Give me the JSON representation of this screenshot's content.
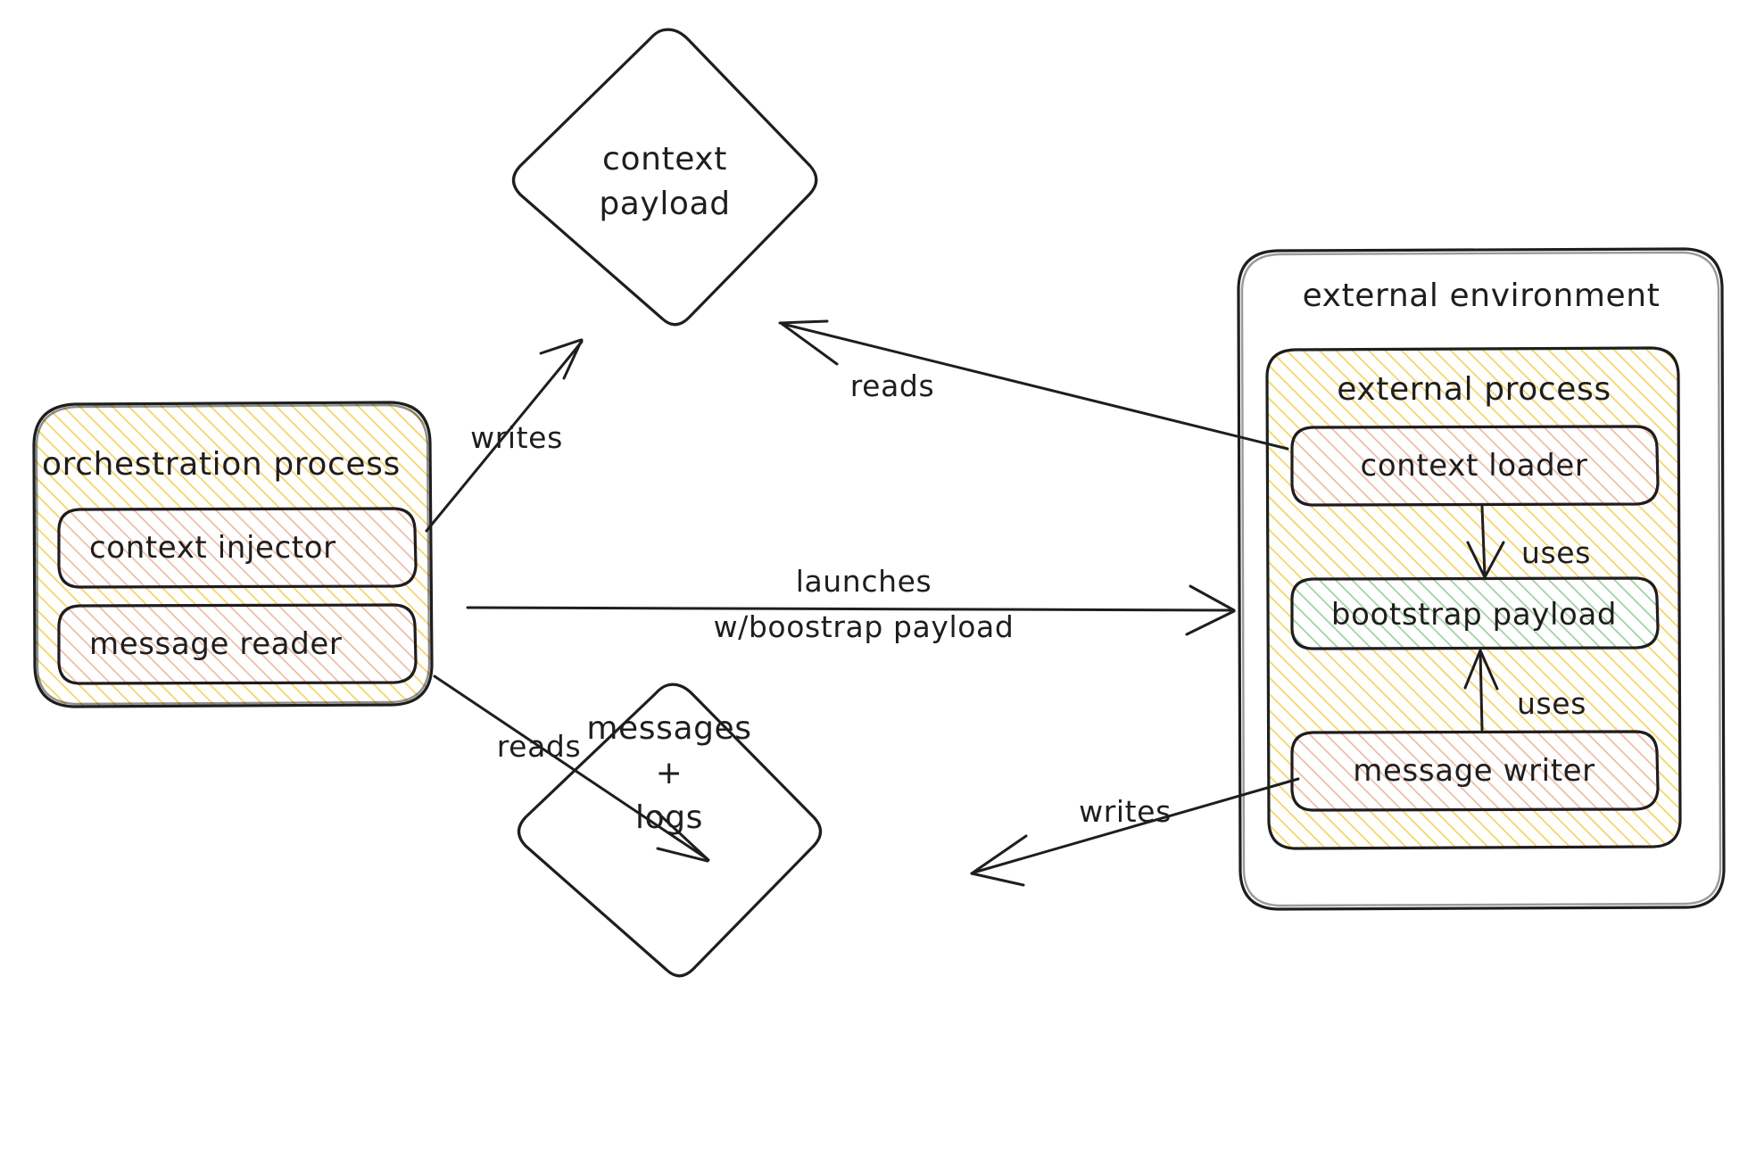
{
  "diagram": {
    "title": "orchestration and external process architecture",
    "style": "hand-drawn sketch",
    "background": "#ffffff",
    "stroke_color": "#1e1e1e",
    "fills": {
      "yellow_hatch": "#f3d14e",
      "pink_hatch": "#e3a0a8",
      "green_hatch": "#6bc49a",
      "white": "#ffffff"
    }
  },
  "nodes": {
    "orchestration_process": {
      "label": "orchestration process",
      "fill": "yellow_hatch",
      "children": [
        {
          "label": "context injector",
          "fill": "pink_hatch"
        },
        {
          "label": "message reader",
          "fill": "pink_hatch"
        }
      ]
    },
    "context_payload": {
      "label_line1": "context",
      "label_line2": "payload",
      "shape": "diamond",
      "fill": "white"
    },
    "messages_logs": {
      "label_line1": "messages",
      "label_line2": "+",
      "label_line3": "logs",
      "shape": "diamond",
      "fill": "white"
    },
    "external_environment": {
      "label": "external environment",
      "fill": "white",
      "children": [
        {
          "label": "external process",
          "fill": "yellow_hatch",
          "children": [
            {
              "label": "context loader",
              "fill": "pink_hatch"
            },
            {
              "label": "bootstrap payload",
              "fill": "green_hatch"
            },
            {
              "label": "message writer",
              "fill": "pink_hatch"
            }
          ]
        }
      ]
    }
  },
  "edges": [
    {
      "id": "e1",
      "from": "context injector",
      "to": "context payload",
      "label": "writes"
    },
    {
      "id": "e2",
      "from": "context loader",
      "to": "context payload",
      "label": "reads"
    },
    {
      "id": "e3",
      "from": "orchestration process",
      "to": "external process",
      "label_line1": "launches",
      "label_line2": "w/boostrap payload"
    },
    {
      "id": "e4",
      "from": "message reader",
      "to": "messages + logs",
      "label": "reads"
    },
    {
      "id": "e5",
      "from": "message writer",
      "to": "messages + logs",
      "label": "writes"
    },
    {
      "id": "e6",
      "from": "context loader",
      "to": "bootstrap payload",
      "label": "uses"
    },
    {
      "id": "e7",
      "from": "message writer",
      "to": "bootstrap payload",
      "label": "uses"
    }
  ]
}
